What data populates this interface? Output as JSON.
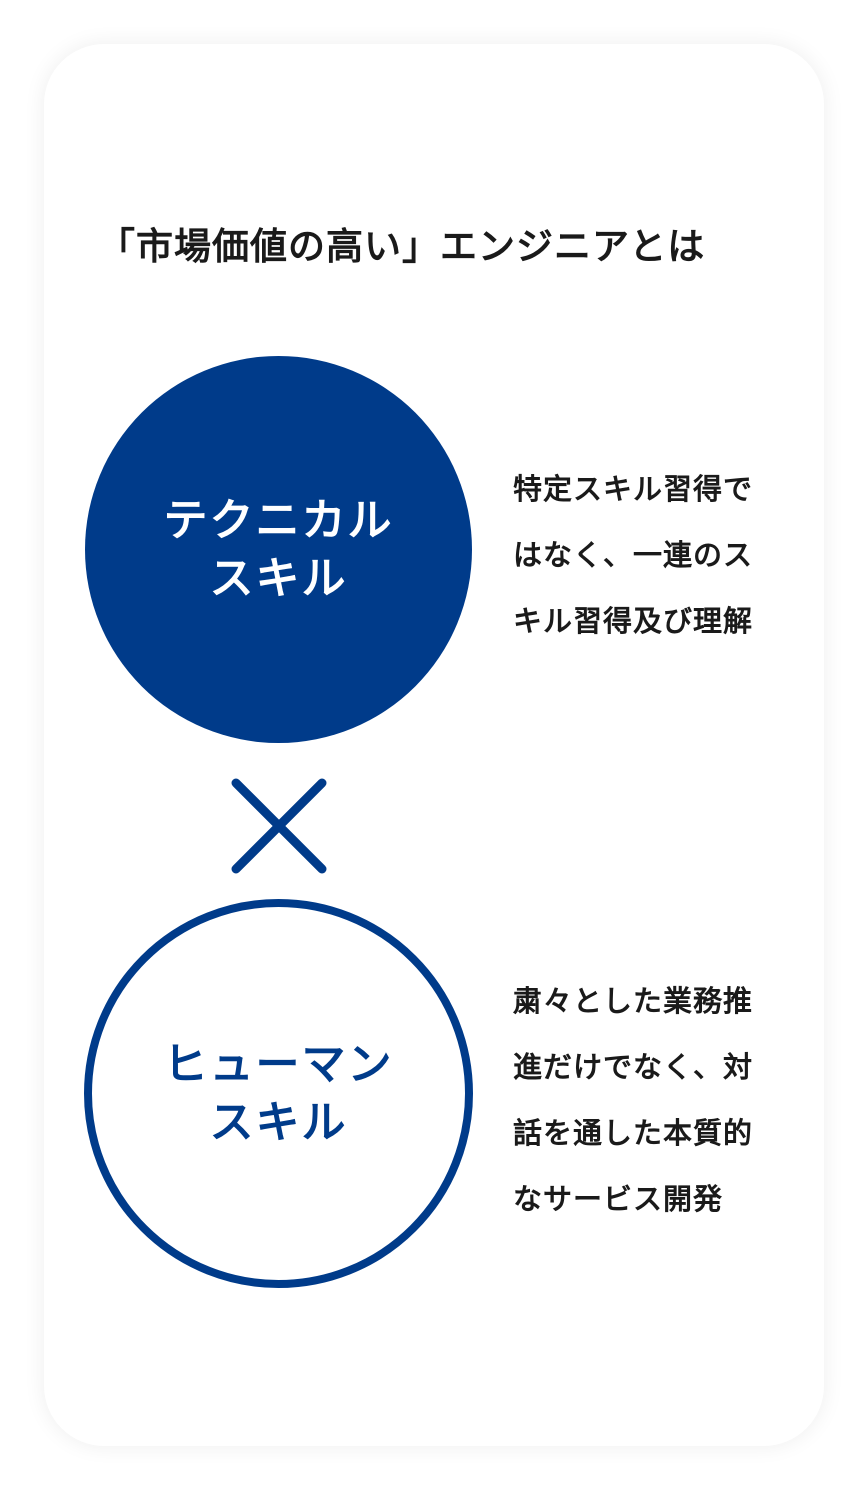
{
  "title": "「市場価値の高い」エンジニアとは",
  "colors": {
    "primary": "#003b8a",
    "text": "#1a1a1a",
    "card_background": "#ffffff"
  },
  "technical": {
    "label_lines": [
      "テクニカル",
      "スキル"
    ],
    "description_lines": [
      "特定スキル習得で",
      "はなく、一連のス",
      "キル習得及び理解"
    ]
  },
  "connector_icon": "multiply-cross-icon",
  "human": {
    "label_lines": [
      "ヒューマン",
      "スキル"
    ],
    "description_lines": [
      "粛々とした業務推",
      "進だけでなく、対",
      "話を通した本質的",
      "なサービス開発"
    ]
  }
}
